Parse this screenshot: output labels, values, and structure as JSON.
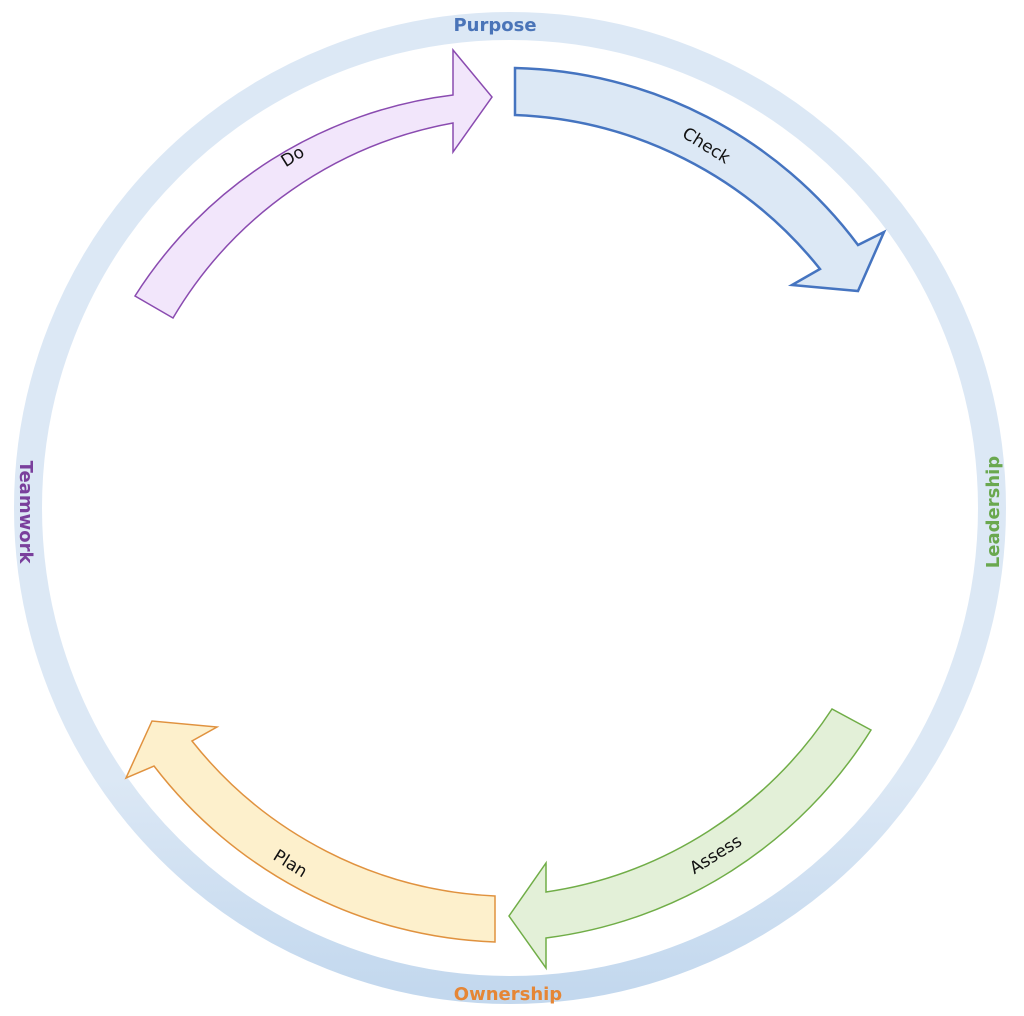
{
  "ring": {
    "labels": {
      "top": "Purpose",
      "right": "Leadership",
      "bottom": "Ownership",
      "left": "Teamwork"
    },
    "colors": {
      "ring": "#dce8f5",
      "ring_bottom": "#c3d8ee",
      "top": "#4a74b8",
      "right": "#6aa84f",
      "bottom": "#e58636",
      "left": "#7a3f9c"
    }
  },
  "arrows": [
    {
      "id": "do",
      "label": "Do",
      "fill": "#f2e6fb",
      "stroke": "#8a4bb0"
    },
    {
      "id": "check",
      "label": "Check",
      "fill": "#dce8f5",
      "stroke": "#4574c0"
    },
    {
      "id": "assess",
      "label": "Assess",
      "fill": "#e3f0d8",
      "stroke": "#70ad47"
    },
    {
      "id": "plan",
      "label": "Plan",
      "fill": "#fdf0cc",
      "stroke": "#e0923f"
    }
  ]
}
